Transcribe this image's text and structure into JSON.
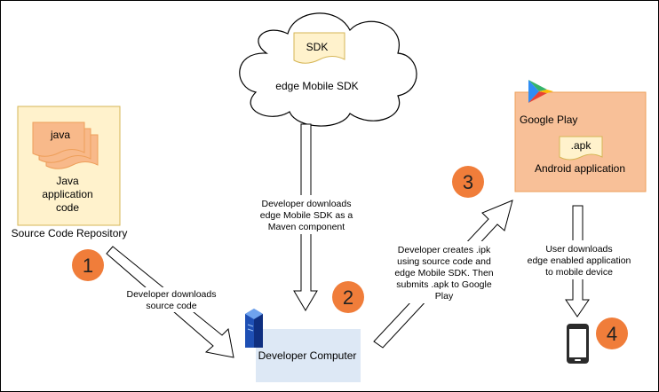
{
  "sdk": {
    "doc_label": "SDK",
    "cloud_label": "edge Mobile SDK"
  },
  "repo": {
    "doc_label": "java",
    "box_label_lines": [
      "Java",
      "application",
      "code"
    ],
    "caption": "Source Code Repository"
  },
  "google_play": {
    "logo_label": "Google Play",
    "doc_label": ".apk",
    "app_label": "Android application"
  },
  "computer": {
    "label": "Developer Computer"
  },
  "steps": [
    {
      "number": "1",
      "label_lines": [
        "Developer downloads",
        "source code"
      ]
    },
    {
      "number": "2",
      "label_lines": [
        "Developer downloads",
        "edge Mobile SDK as a",
        "Maven component"
      ]
    },
    {
      "number": "3",
      "label_lines": [
        "Developer creates .ipk",
        "using source code and",
        "edge Mobile SDK. Then",
        "submits .apk to Google",
        "Play"
      ]
    },
    {
      "number": "4",
      "label_lines": [
        "User downloads",
        "edge enabled application",
        "to mobile device"
      ]
    }
  ],
  "colors": {
    "doc_fill": "#fff2cc",
    "doc_stroke": "#d6b656",
    "repo_fill": "#fff2cc",
    "repo_stroke": "#d6b656",
    "java_doc_fill": "#f8b98a",
    "java_doc_stroke": "#ee9f5a",
    "play_fill": "#f8c098",
    "play_stroke": "#ee9f5a",
    "computer_fill": "#dde8f5",
    "badge_fill": "#f07d3a",
    "border": "#000000"
  },
  "icons": {
    "play": "google-play-logo-icon",
    "server": "server-icon",
    "phone": "smartphone-icon"
  }
}
